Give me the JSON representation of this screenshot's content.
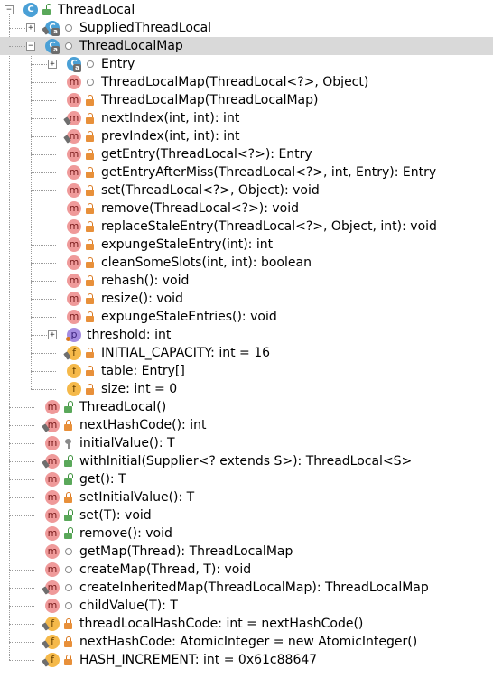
{
  "tree": {
    "rows": [
      {
        "label": "ThreadLocal",
        "depth": 0,
        "icon": "class",
        "overlays": [],
        "visibility": "public",
        "toggle": "collapse",
        "selected": false
      },
      {
        "label": "SuppliedThreadLocal",
        "depth": 1,
        "icon": "class",
        "overlays": [
          "static-a",
          "final-pin"
        ],
        "visibility": "package",
        "toggle": "expand",
        "selected": false
      },
      {
        "label": "ThreadLocalMap",
        "depth": 1,
        "icon": "class",
        "overlays": [
          "static-a"
        ],
        "visibility": "package",
        "toggle": "collapse",
        "selected": true
      },
      {
        "label": "Entry",
        "depth": 2,
        "icon": "class",
        "overlays": [
          "static-a"
        ],
        "visibility": "package",
        "toggle": "expand",
        "selected": false
      },
      {
        "label": "ThreadLocalMap(ThreadLocal<?>, Object)",
        "depth": 2,
        "icon": "method",
        "overlays": [],
        "visibility": "package",
        "toggle": null,
        "selected": false
      },
      {
        "label": "ThreadLocalMap(ThreadLocalMap)",
        "depth": 2,
        "icon": "method",
        "overlays": [],
        "visibility": "private",
        "toggle": null,
        "selected": false
      },
      {
        "label": "nextIndex(int, int): int",
        "depth": 2,
        "icon": "method",
        "overlays": [
          "final-pin"
        ],
        "visibility": "private",
        "toggle": null,
        "selected": false
      },
      {
        "label": "prevIndex(int, int): int",
        "depth": 2,
        "icon": "method",
        "overlays": [
          "final-pin"
        ],
        "visibility": "private",
        "toggle": null,
        "selected": false
      },
      {
        "label": "getEntry(ThreadLocal<?>): Entry",
        "depth": 2,
        "icon": "method",
        "overlays": [],
        "visibility": "private",
        "toggle": null,
        "selected": false
      },
      {
        "label": "getEntryAfterMiss(ThreadLocal<?>, int, Entry): Entry",
        "depth": 2,
        "icon": "method",
        "overlays": [],
        "visibility": "private",
        "toggle": null,
        "selected": false
      },
      {
        "label": "set(ThreadLocal<?>, Object): void",
        "depth": 2,
        "icon": "method",
        "overlays": [],
        "visibility": "private",
        "toggle": null,
        "selected": false
      },
      {
        "label": "remove(ThreadLocal<?>): void",
        "depth": 2,
        "icon": "method",
        "overlays": [],
        "visibility": "private",
        "toggle": null,
        "selected": false
      },
      {
        "label": "replaceStaleEntry(ThreadLocal<?>, Object, int): void",
        "depth": 2,
        "icon": "method",
        "overlays": [],
        "visibility": "private",
        "toggle": null,
        "selected": false
      },
      {
        "label": "expungeStaleEntry(int): int",
        "depth": 2,
        "icon": "method",
        "overlays": [],
        "visibility": "private",
        "toggle": null,
        "selected": false
      },
      {
        "label": "cleanSomeSlots(int, int): boolean",
        "depth": 2,
        "icon": "method",
        "overlays": [],
        "visibility": "private",
        "toggle": null,
        "selected": false
      },
      {
        "label": "rehash(): void",
        "depth": 2,
        "icon": "method",
        "overlays": [],
        "visibility": "private",
        "toggle": null,
        "selected": false
      },
      {
        "label": "resize(): void",
        "depth": 2,
        "icon": "method",
        "overlays": [],
        "visibility": "private",
        "toggle": null,
        "selected": false
      },
      {
        "label": "expungeStaleEntries(): void",
        "depth": 2,
        "icon": "method",
        "overlays": [],
        "visibility": "private",
        "toggle": null,
        "selected": false
      },
      {
        "label": "threshold: int",
        "depth": 2,
        "icon": "property",
        "overlays": [
          "dot"
        ],
        "visibility": "none",
        "toggle": "expand",
        "selected": false
      },
      {
        "label": "INITIAL_CAPACITY: int = 16",
        "depth": 2,
        "icon": "field",
        "overlays": [
          "final-pin"
        ],
        "visibility": "private",
        "toggle": null,
        "selected": false
      },
      {
        "label": "table: Entry[]",
        "depth": 2,
        "icon": "field",
        "overlays": [],
        "visibility": "private",
        "toggle": null,
        "selected": false
      },
      {
        "label": "size: int = 0",
        "depth": 2,
        "icon": "field",
        "overlays": [],
        "visibility": "private",
        "toggle": null,
        "selected": false
      },
      {
        "label": "ThreadLocal()",
        "depth": 1,
        "icon": "method",
        "overlays": [],
        "visibility": "public",
        "toggle": null,
        "selected": false
      },
      {
        "label": "nextHashCode(): int",
        "depth": 1,
        "icon": "method",
        "overlays": [
          "final-pin"
        ],
        "visibility": "private",
        "toggle": null,
        "selected": false
      },
      {
        "label": "initialValue(): T",
        "depth": 1,
        "icon": "method",
        "overlays": [],
        "visibility": "protected",
        "toggle": null,
        "selected": false
      },
      {
        "label": "withInitial(Supplier<? extends S>): ThreadLocal<S>",
        "depth": 1,
        "icon": "method",
        "overlays": [
          "final-pin"
        ],
        "visibility": "public",
        "toggle": null,
        "selected": false
      },
      {
        "label": "get(): T",
        "depth": 1,
        "icon": "method",
        "overlays": [],
        "visibility": "public",
        "toggle": null,
        "selected": false
      },
      {
        "label": "setInitialValue(): T",
        "depth": 1,
        "icon": "method",
        "overlays": [],
        "visibility": "private",
        "toggle": null,
        "selected": false
      },
      {
        "label": "set(T): void",
        "depth": 1,
        "icon": "method",
        "overlays": [],
        "visibility": "public",
        "toggle": null,
        "selected": false
      },
      {
        "label": "remove(): void",
        "depth": 1,
        "icon": "method",
        "overlays": [],
        "visibility": "public",
        "toggle": null,
        "selected": false
      },
      {
        "label": "getMap(Thread): ThreadLocalMap",
        "depth": 1,
        "icon": "method",
        "overlays": [],
        "visibility": "package",
        "toggle": null,
        "selected": false
      },
      {
        "label": "createMap(Thread, T): void",
        "depth": 1,
        "icon": "method",
        "overlays": [],
        "visibility": "package",
        "toggle": null,
        "selected": false
      },
      {
        "label": "createInheritedMap(ThreadLocalMap): ThreadLocalMap",
        "depth": 1,
        "icon": "method",
        "overlays": [
          "final-pin"
        ],
        "visibility": "package",
        "toggle": null,
        "selected": false
      },
      {
        "label": "childValue(T): T",
        "depth": 1,
        "icon": "method",
        "overlays": [],
        "visibility": "package",
        "toggle": null,
        "selected": false
      },
      {
        "label": "threadLocalHashCode: int = nextHashCode()",
        "depth": 1,
        "icon": "field",
        "overlays": [
          "final-pin"
        ],
        "visibility": "private",
        "toggle": null,
        "selected": false
      },
      {
        "label": "nextHashCode: AtomicInteger = new AtomicInteger()",
        "depth": 1,
        "icon": "field",
        "overlays": [
          "final-pin"
        ],
        "visibility": "private",
        "toggle": null,
        "selected": false
      },
      {
        "label": "HASH_INCREMENT: int = 0x61c88647",
        "depth": 1,
        "icon": "field",
        "overlays": [
          "final-pin"
        ],
        "visibility": "private",
        "toggle": null,
        "selected": false
      }
    ]
  }
}
